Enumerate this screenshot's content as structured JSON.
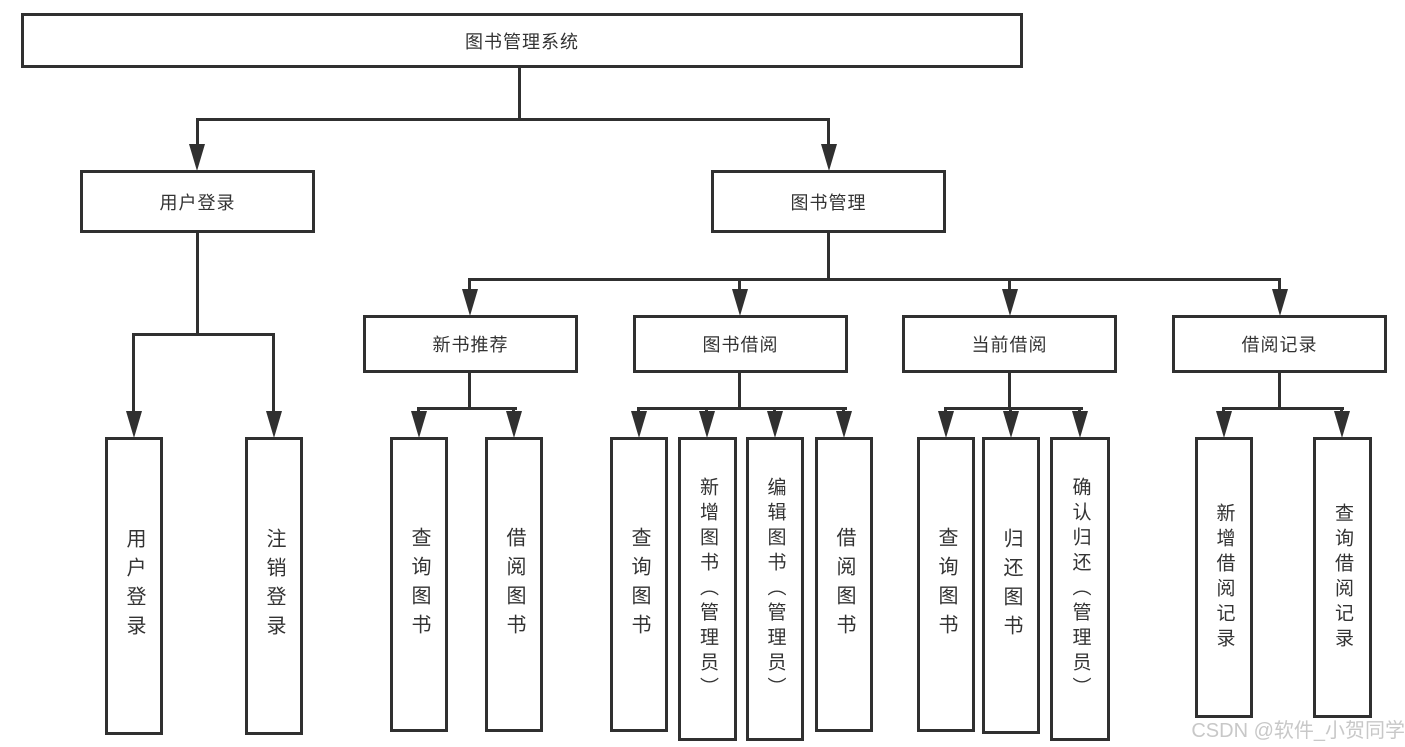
{
  "diagram": {
    "title_note": "functional structure tree",
    "root": {
      "label": "图书管理系统"
    },
    "branches": [
      {
        "label": "用户登录",
        "children": [
          {
            "label": "用户登录"
          },
          {
            "label": "注销登录"
          }
        ]
      },
      {
        "label": "图书管理",
        "children": [
          {
            "label": "新书推荐",
            "children": [
              {
                "label": "查询图书"
              },
              {
                "label": "借阅图书"
              }
            ]
          },
          {
            "label": "图书借阅",
            "children": [
              {
                "label": "查询图书"
              },
              {
                "label": "新增图书（管理员）"
              },
              {
                "label": "编辑图书（管理员）"
              },
              {
                "label": "借阅图书"
              }
            ]
          },
          {
            "label": "当前借阅",
            "children": [
              {
                "label": "查询图书"
              },
              {
                "label": "归还图书"
              },
              {
                "label": "确认归还（管理员）"
              }
            ]
          },
          {
            "label": "借阅记录",
            "children": [
              {
                "label": "新增借阅记录"
              },
              {
                "label": "查询借阅记录"
              }
            ]
          }
        ]
      }
    ],
    "watermark": "CSDN @软件_小贺同学",
    "colors": {
      "line": "#303030",
      "text": "#333333",
      "background": "#ffffff",
      "watermark": "#c8c8c8"
    }
  }
}
